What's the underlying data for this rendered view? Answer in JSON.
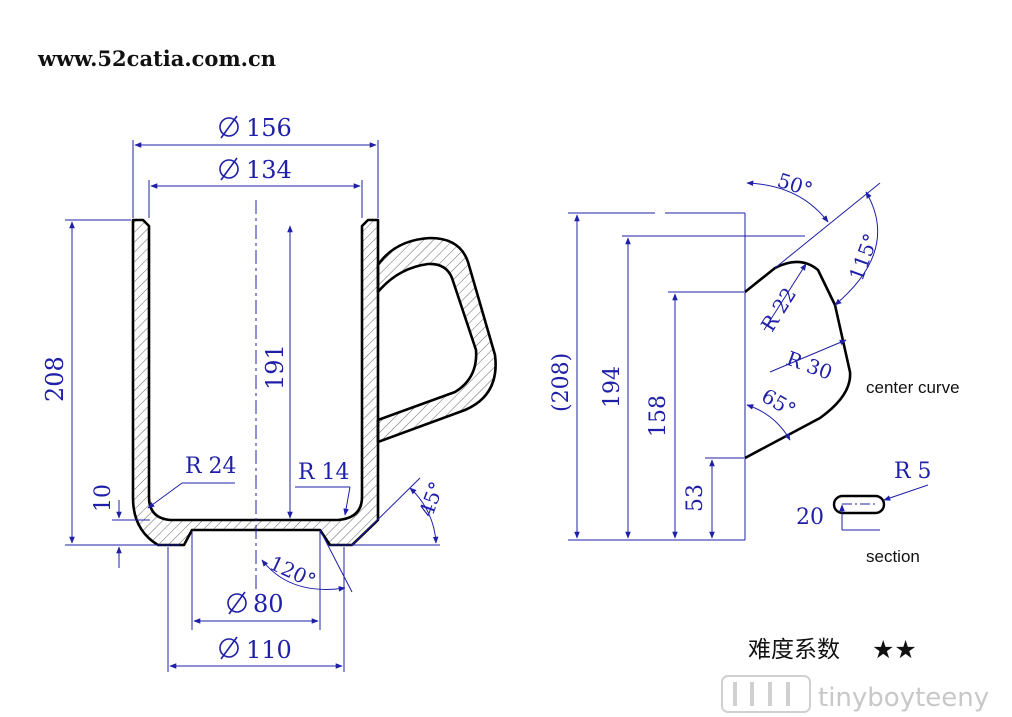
{
  "header": {
    "site_url": "www.52catia.com.cn"
  },
  "front_view": {
    "dims": {
      "outer_diameter": "156",
      "inner_diameter": "134",
      "overall_height": "208",
      "inner_depth": "191",
      "base_height": "10",
      "base_fillet": "R 24",
      "foot_fillet": "R 14",
      "foot_angle": "45°",
      "foot_cone_angle": "120°",
      "foot_inner_diameter": "80",
      "foot_outer_diameter": "110"
    }
  },
  "side_view": {
    "dims": {
      "overall_height": "(208)",
      "handle_top": "194",
      "handle_upper": "158",
      "handle_bottom": "53",
      "top_angle": "50°",
      "corner_angle": "115°",
      "top_radius": "R 22",
      "mid_radius": "R 30",
      "bottom_angle": "65°"
    },
    "label_center_curve": "center curve"
  },
  "section_view": {
    "dims": {
      "width": "20",
      "radius": "R 5"
    },
    "label": "section"
  },
  "footer": {
    "difficulty_label": "难度系数",
    "difficulty_stars": "★★"
  },
  "watermark": {
    "text": "tinyboyteeny"
  },
  "colors": {
    "dimension": "#1f1fa8",
    "outline": "#000000",
    "hatch": "#555555"
  }
}
